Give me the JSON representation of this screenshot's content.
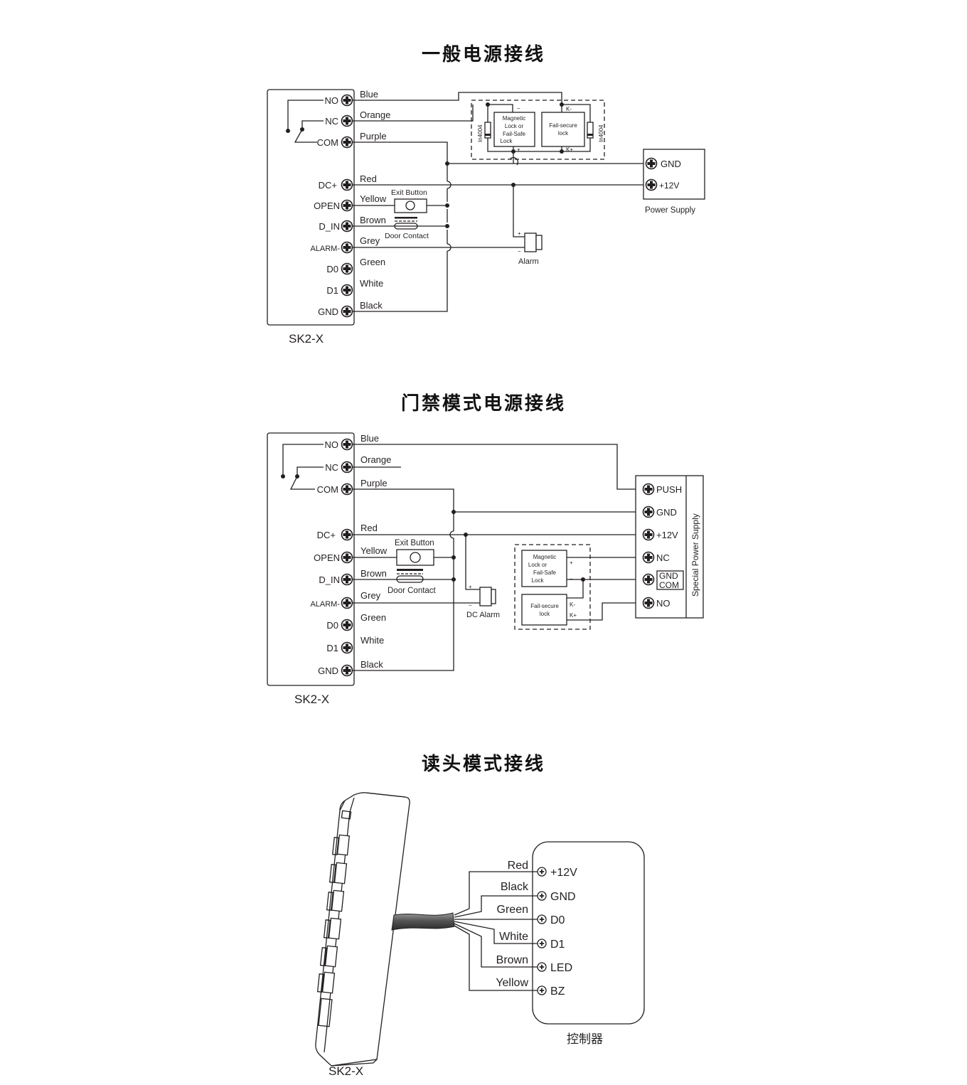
{
  "titles": {
    "general": "一般电源接线",
    "access": "门禁模式电源接线",
    "reader": "读头模式接线"
  },
  "device_model": "SK2-X",
  "diagram1": {
    "terminals": [
      {
        "name": "NO",
        "wire": "Blue"
      },
      {
        "name": "NC",
        "wire": "Orange"
      },
      {
        "name": "COM",
        "wire": "Purple"
      },
      {
        "name": "DC+",
        "wire": "Red"
      },
      {
        "name": "OPEN",
        "wire": "Yellow"
      },
      {
        "name": "D_IN",
        "wire": "Brown"
      },
      {
        "name": "ALARM-",
        "wire": "Grey"
      },
      {
        "name": "D0",
        "wire": "Green"
      },
      {
        "name": "D1",
        "wire": "White"
      },
      {
        "name": "GND",
        "wire": "Black"
      }
    ],
    "exit_button": "Exit Button",
    "door_contact": "Door Contact",
    "alarm": "Alarm",
    "mag_lock": [
      "Magnetic",
      "Lock or",
      "Fail-Safe",
      "Lock"
    ],
    "fail_secure": [
      "Fail-secure",
      "lock"
    ],
    "diode": "In4004",
    "k_minus": "K-",
    "k_plus": "K+",
    "plus": "+",
    "minus": "−",
    "power_supply": {
      "label": "Power Supply",
      "terminals": [
        "GND",
        "+12V"
      ]
    }
  },
  "diagram2": {
    "terminals": [
      {
        "name": "NO",
        "wire": "Blue"
      },
      {
        "name": "NC",
        "wire": "Orange"
      },
      {
        "name": "COM",
        "wire": "Purple"
      },
      {
        "name": "DC+",
        "wire": "Red"
      },
      {
        "name": "OPEN",
        "wire": "Yellow"
      },
      {
        "name": "D_IN",
        "wire": "Brown"
      },
      {
        "name": "ALARM-",
        "wire": "Grey"
      },
      {
        "name": "D0",
        "wire": "Green"
      },
      {
        "name": "D1",
        "wire": "White"
      },
      {
        "name": "GND",
        "wire": "Black"
      }
    ],
    "exit_button": "Exit Button",
    "door_contact": "Door Contact",
    "alarm": "DC Alarm",
    "mag_lock": [
      "Magnetic",
      "Lock or",
      "Fail-Safe",
      "Lock"
    ],
    "fail_secure": [
      "Fail-secure",
      "lock"
    ],
    "k_minus": "K-",
    "k_plus": "K+",
    "plus": "+",
    "minus": "−",
    "power_supply": {
      "label": "Special Power Supply",
      "terminals": [
        "PUSH",
        "GND",
        "+12V",
        "NC",
        "GND",
        "NO"
      ],
      "gnd_com": [
        "GND",
        "COM"
      ]
    }
  },
  "diagram3": {
    "wires": [
      {
        "wire": "Red",
        "terminal": "+12V"
      },
      {
        "wire": "Black",
        "terminal": "GND"
      },
      {
        "wire": "Green",
        "terminal": "D0"
      },
      {
        "wire": "White",
        "terminal": "D1"
      },
      {
        "wire": "Brown",
        "terminal": "LED"
      },
      {
        "wire": "Yellow",
        "terminal": "BZ"
      }
    ],
    "controller": "控制器"
  }
}
